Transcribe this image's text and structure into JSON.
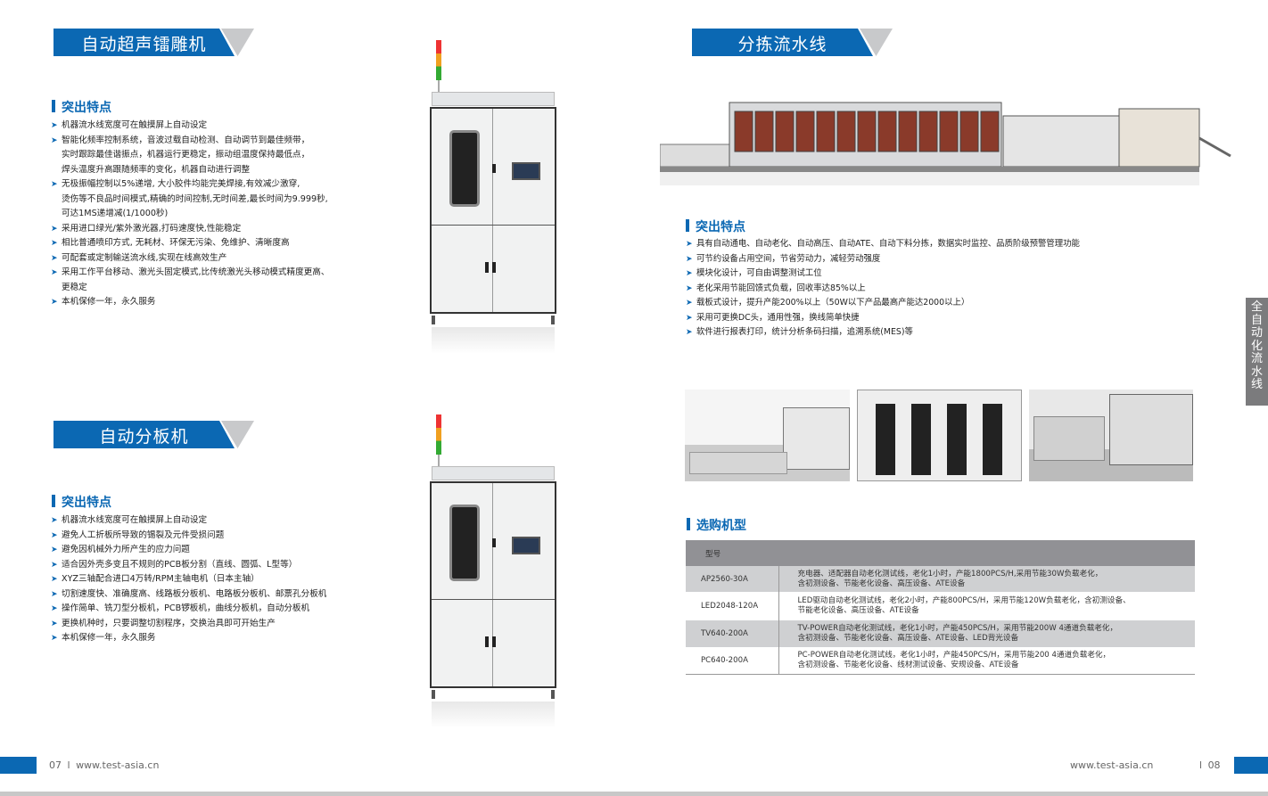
{
  "left_page": {
    "section1": {
      "title": "自动超声镭雕机",
      "features_heading": "突出特点",
      "features": [
        "机器流水线宽度可在触摸屏上自动设定",
        "智能化频率控制系统，音波过载自动检测、自动调节到最佳频带，",
        "实时跟踪最佳谐振点，机器运行更稳定，振动组温度保持最低点，",
        "焊头温度升高跟随频率的变化，机器自动进行调整",
        "无极振幅控制以5%递增, 大小胶件均能完美焊接,有效减少激穿,",
        "烫伤等不良品时间模式,精确的时间控制,无时间差,最长时间为9.999秒,",
        "可达1MS递增减(1/1000秒)",
        "采用进口绿光/紫外激光器,打码速度快,性能稳定",
        "相比普通喷印方式, 无耗材、环保无污染、免维护、清晰度高",
        "可配套或定制输送流水线,实现在线高效生产",
        "采用工作平台移动、激光头固定模式,比传统激光头移动模式精度更高、",
        "更稳定",
        "本机保修一年，永久服务"
      ],
      "bullets": [
        1,
        1,
        0,
        0,
        1,
        0,
        0,
        1,
        1,
        1,
        1,
        0,
        1
      ]
    },
    "section2": {
      "title": "自动分板机",
      "features_heading": "突出特点",
      "features": [
        "机器流水线宽度可在触摸屏上自动设定",
        "避免人工折板所导致的锡裂及元件受损问题",
        "避免因机械外力所产生的应力问题",
        "适合因外壳多变且不规则的PCB板分割（直线、圆弧、L型等）",
        "XYZ三轴配合进口4万转/RPM主轴电机（日本主轴）",
        "切割速度快、准确度高、线路板分板机、电路板分板机、邮票孔分板机",
        "操作简单、铣刀型分板机，PCB锣板机，曲线分板机，自动分板机",
        "更换机种时，只要调整切割程序，交换治具即可开始生产",
        "本机保修一年，永久服务"
      ]
    },
    "footer": {
      "page": "07",
      "sep": "l",
      "url": "www.test-asia.cn"
    }
  },
  "right_page": {
    "title": "分拣流水线",
    "features_heading": "突出特点",
    "features": [
      "具有自动通电、自动老化、自动高压、自动ATE、自动下料分拣，数据实时监控、品质阶级预警管理功能",
      "可节约设备占用空间，节省劳动力，减轻劳动强度",
      "模块化设计，可自由调整测试工位",
      "老化采用节能回馈式负载，回收率达85%以上",
      "载板式设计，提升产能200%以上（50W以下产品最高产能达2000以上）",
      "采用可更换DC头，通用性强，换线简单快捷",
      "软件进行报表打印，统计分析条码扫描，追溯系统(MES)等"
    ],
    "models_heading": "选购机型",
    "table": {
      "header": "型号",
      "rows": [
        {
          "model": "AP2560-30A",
          "desc1": "充电器、适配器自动老化测试线，老化1小时，产能1800PCS/H,采用节能30W负载老化，",
          "desc2": "含初测设备、节能老化设备、高压设备、ATE设备"
        },
        {
          "model": "LED2048-120A",
          "desc1": "LED驱动自动老化测试线，老化2小时，产能800PCS/H，采用节能120W负载老化，含初测设备、",
          "desc2": "节能老化设备、高压设备、ATE设备"
        },
        {
          "model": "TV640-200A",
          "desc1": "TV-POWER自动老化测试线，老化1小时，产能450PCS/H，采用节能200W 4通道负载老化，",
          "desc2": "含初测设备、节能老化设备、高压设备、ATE设备、LED背光设备"
        },
        {
          "model": "PC640-200A",
          "desc1": "PC-POWER自动老化测试线，老化1小时，产能450PCS/H，采用节能200 4通道负载老化，",
          "desc2": "含初测设备、节能老化设备、线材测试设备、安规设备、ATE设备"
        }
      ]
    },
    "side_tab": "全自动化流水线",
    "footer": {
      "url": "www.test-asia.cn",
      "sep": "l",
      "page": "08"
    }
  },
  "colors": {
    "brand_blue": "#0b68b3",
    "gray": "#919195"
  }
}
